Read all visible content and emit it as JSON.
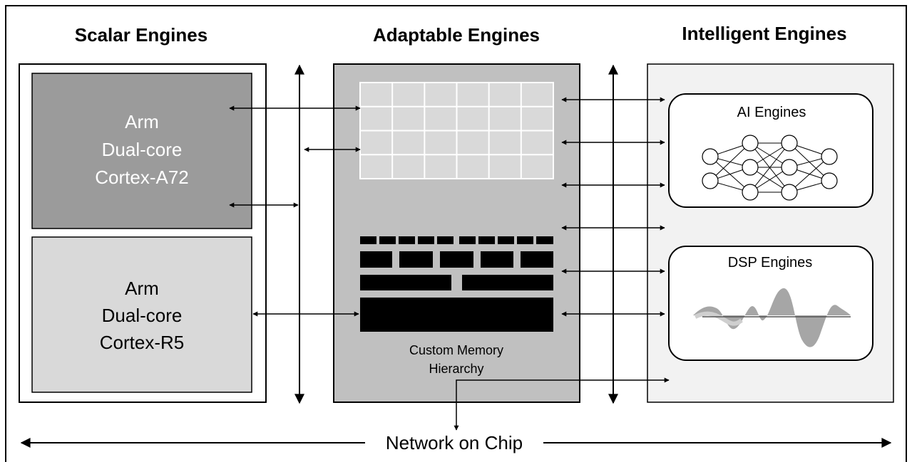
{
  "columns": {
    "scalar": {
      "title": "Scalar Engines"
    },
    "adaptable": {
      "title": "Adaptable Engines"
    },
    "intelligent": {
      "title": "Intelligent Engines"
    }
  },
  "scalar": {
    "a72": {
      "line1": "Arm",
      "line2": "Dual-core",
      "line3": "Cortex-A72"
    },
    "r5": {
      "line1": "Arm",
      "line2": "Dual-core",
      "line3": "Cortex-R5"
    }
  },
  "adaptable": {
    "memory_line1": "Custom Memory",
    "memory_line2": "Hierarchy"
  },
  "intelligent": {
    "ai_label": "AI Engines",
    "dsp_label": "DSP Engines"
  },
  "noc": {
    "label": "Network on Chip"
  },
  "colors": {
    "a72_fill": "#9b9b9b",
    "r5_fill": "#d9d9d9",
    "adaptable_fill": "#c0c0c0",
    "intelligent_fill": "#f2f2f2",
    "grid_fill": "#d9d9d9",
    "wave_fill": "#a6a6a6"
  }
}
